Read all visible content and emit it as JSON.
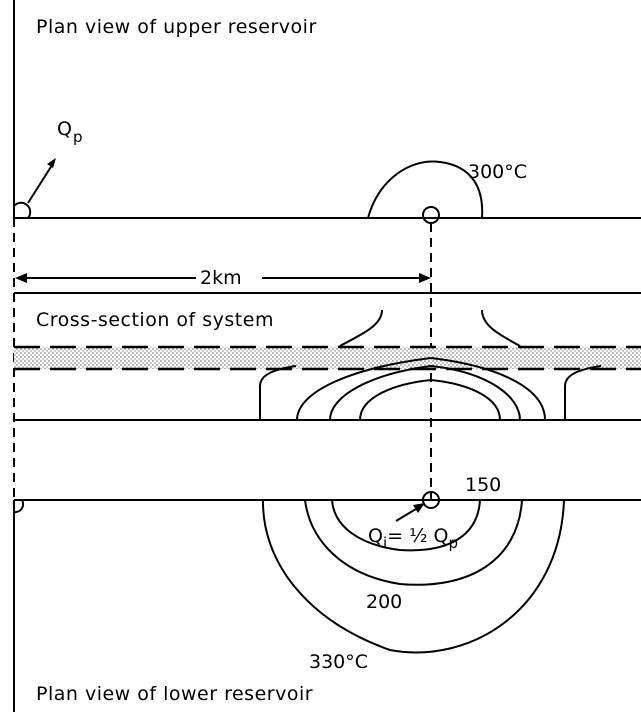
{
  "upper_plan": {
    "title": "Plan view of upper reservoir",
    "production_label": "Q",
    "production_sub": "p",
    "isotherm_label": "300°C"
  },
  "distance": {
    "label": "2km"
  },
  "cross_section": {
    "title": "Cross-section of system"
  },
  "lower_plan": {
    "title": "Plan view of lower reservoir",
    "isotherm_150": "150",
    "isotherm_200": "200",
    "isotherm_330": "330°C",
    "injection_q": "Q",
    "injection_sub": "i",
    "injection_eq": "= ½ Q",
    "injection_sub2": "p"
  }
}
